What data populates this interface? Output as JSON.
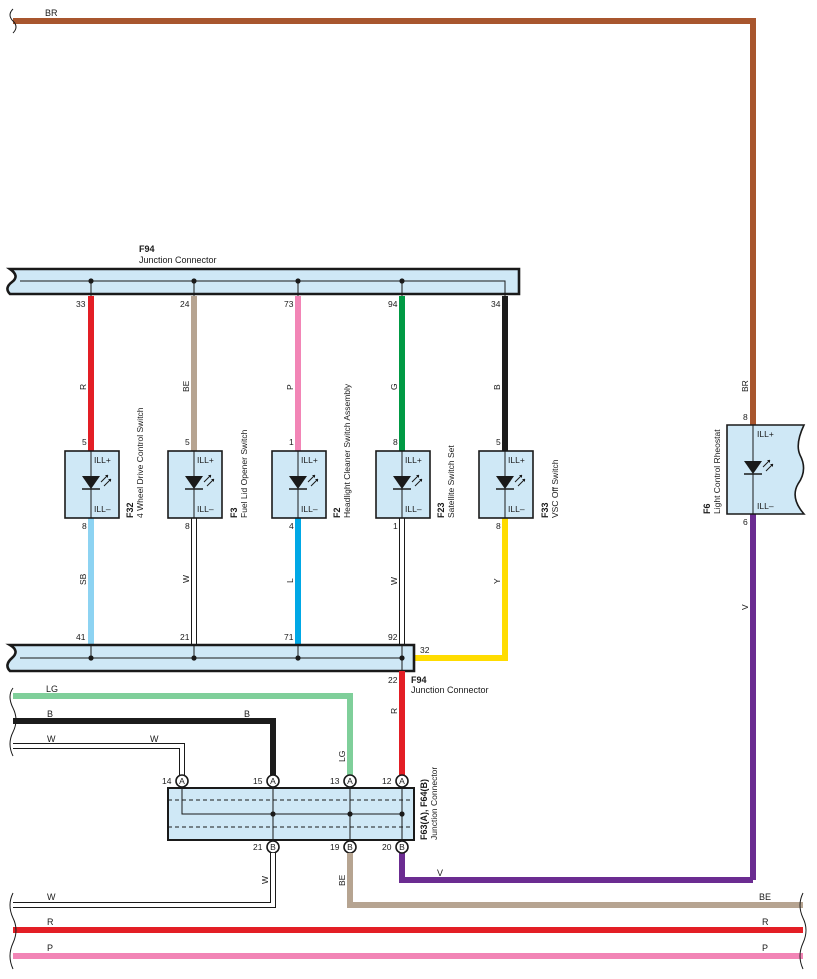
{
  "colors": {
    "BR": "#a8562e",
    "R": "#e31e25",
    "BE": "#b6a491",
    "P": "#f285b6",
    "G": "#009a44",
    "B": "#1c1c1c",
    "SB": "#8dd3f2",
    "W": "#ffffff",
    "L": "#00a8e6",
    "Y": "#ffdc00",
    "LG": "#7fcf9a",
    "V": "#6b2c91",
    "connector_fill": "#cfe8f6"
  },
  "labels": {
    "wire_br": "BR",
    "f94_top_code": "F94",
    "f94_top_name": "Junction Connector",
    "f94_bot_code": "F94",
    "f94_bot_name": "Junction Connector",
    "f63_code": "F63(A), F64(B)",
    "f63_name": "Junction Connector",
    "f6_code": "F6",
    "f6_name": "Light Control Rheostat",
    "rheo_pin_in": "8",
    "rheo_pin_out": "6",
    "rheo_wire_in": "BR",
    "rheo_wire_out": "V",
    "ill_plus": "ILL+",
    "ill_minus": "ILL–",
    "pin_32": "32",
    "pin_22": "22",
    "wire_r_22": "R",
    "wire_lg": "LG",
    "wire_lg_v": "LG",
    "wire_b_left": "B",
    "wire_b_mid": "B",
    "wire_w_left": "W",
    "wire_w_mid": "W",
    "jc_pin_14": "14",
    "jc_pin_15": "15",
    "jc_pin_13": "13",
    "jc_pin_12": "12",
    "jc_pin_21": "21",
    "jc_pin_19": "19",
    "jc_pin_20": "20",
    "jc_a": "A",
    "jc_b": "B",
    "wire_w_21": "W",
    "wire_be_19": "BE",
    "wire_v_20": "V",
    "bottom_w": "W",
    "bottom_r_left": "R",
    "bottom_r_right": "R",
    "bottom_p_left": "P",
    "bottom_p_right": "P",
    "wire_be_right": "BE"
  },
  "switches": [
    {
      "code": "F32",
      "name": "4 Wheel Drive Control Switch",
      "top_pin": "33",
      "in_pin": "5",
      "out_pin": "8",
      "bottom_pin": "41",
      "top_wire": "R",
      "bottom_wire": "SB"
    },
    {
      "code": "F3",
      "name": "Fuel Lid Opener Switch",
      "top_pin": "24",
      "in_pin": "5",
      "out_pin": "8",
      "bottom_pin": "21",
      "top_wire": "BE",
      "bottom_wire": "W"
    },
    {
      "code": "F2",
      "name": "Headlight Cleaner Switch Assembly",
      "top_pin": "73",
      "in_pin": "1",
      "out_pin": "4",
      "bottom_pin": "71",
      "top_wire": "P",
      "bottom_wire": "L"
    },
    {
      "code": "F23",
      "name": "Satellite Switch Set",
      "top_pin": "94",
      "in_pin": "8",
      "out_pin": "1",
      "bottom_pin": "92",
      "top_wire": "G",
      "bottom_wire": "W"
    },
    {
      "code": "F33",
      "name": "VSC Off Switch",
      "top_pin": "34",
      "in_pin": "5",
      "out_pin": "8",
      "bottom_pin": "",
      "top_wire": "B",
      "bottom_wire": "Y"
    }
  ]
}
